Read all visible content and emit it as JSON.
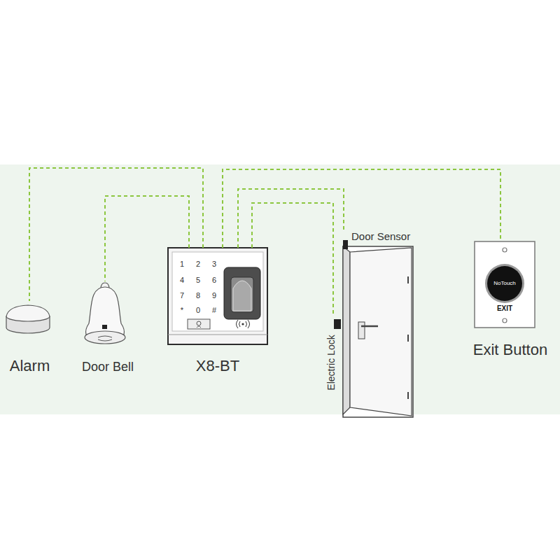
{
  "diagram": {
    "nodes": [
      {
        "text": [
          "Alarm"
        ]
      },
      {
        "text": [
          "Door Bell"
        ]
      },
      {
        "text": [
          "X8-BT"
        ]
      },
      {
        "text": [
          "Door Sensor"
        ]
      },
      {
        "text": [
          "Electric Lock"
        ]
      },
      {
        "text": [
          "Exit Button"
        ]
      }
    ],
    "edges": [
      {
        "from": 2,
        "to": 0,
        "arrow": "none"
      },
      {
        "from": 2,
        "to": 1,
        "arrow": "none"
      },
      {
        "from": 2,
        "to": 3,
        "arrow": "none"
      },
      {
        "from": 2,
        "to": 4,
        "arrow": "none"
      },
      {
        "from": 2,
        "to": 5,
        "arrow": "none"
      }
    ],
    "labels": [
      "1",
      "2",
      "3",
      "4",
      "5",
      "6",
      "7",
      "8",
      "9",
      "*",
      "0",
      "#",
      "NoTouch",
      "EXIT"
    ]
  }
}
